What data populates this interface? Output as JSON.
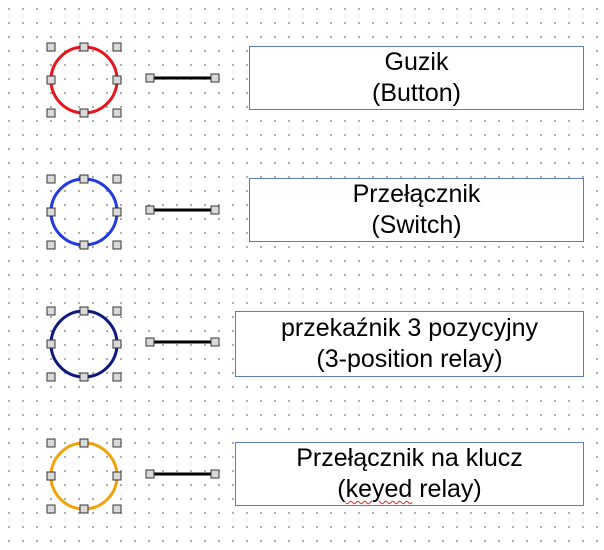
{
  "colors": {
    "handle_fill": "#d9d9d9",
    "handle_stroke": "#333333",
    "connector": "#000000",
    "box_border": "#5b7fb0"
  },
  "rows": [
    {
      "circle_color": "#e8141b",
      "label_line1": "Guzik",
      "label_line2": "(Button)"
    },
    {
      "circle_color": "#1e3ae0",
      "label_line1": "Przełącznik",
      "label_line2": "(Switch)"
    },
    {
      "circle_color": "#0c1a80",
      "label_line1": "przekaźnik 3 pozycyjny",
      "label_line2": "(3-position relay)"
    },
    {
      "circle_color": "#f5a20a",
      "label_line1": "Przełącznik na klucz",
      "label_line2_prefix": "(",
      "label_line2_word": "keyed",
      "label_line2_suffix": " relay)"
    }
  ]
}
